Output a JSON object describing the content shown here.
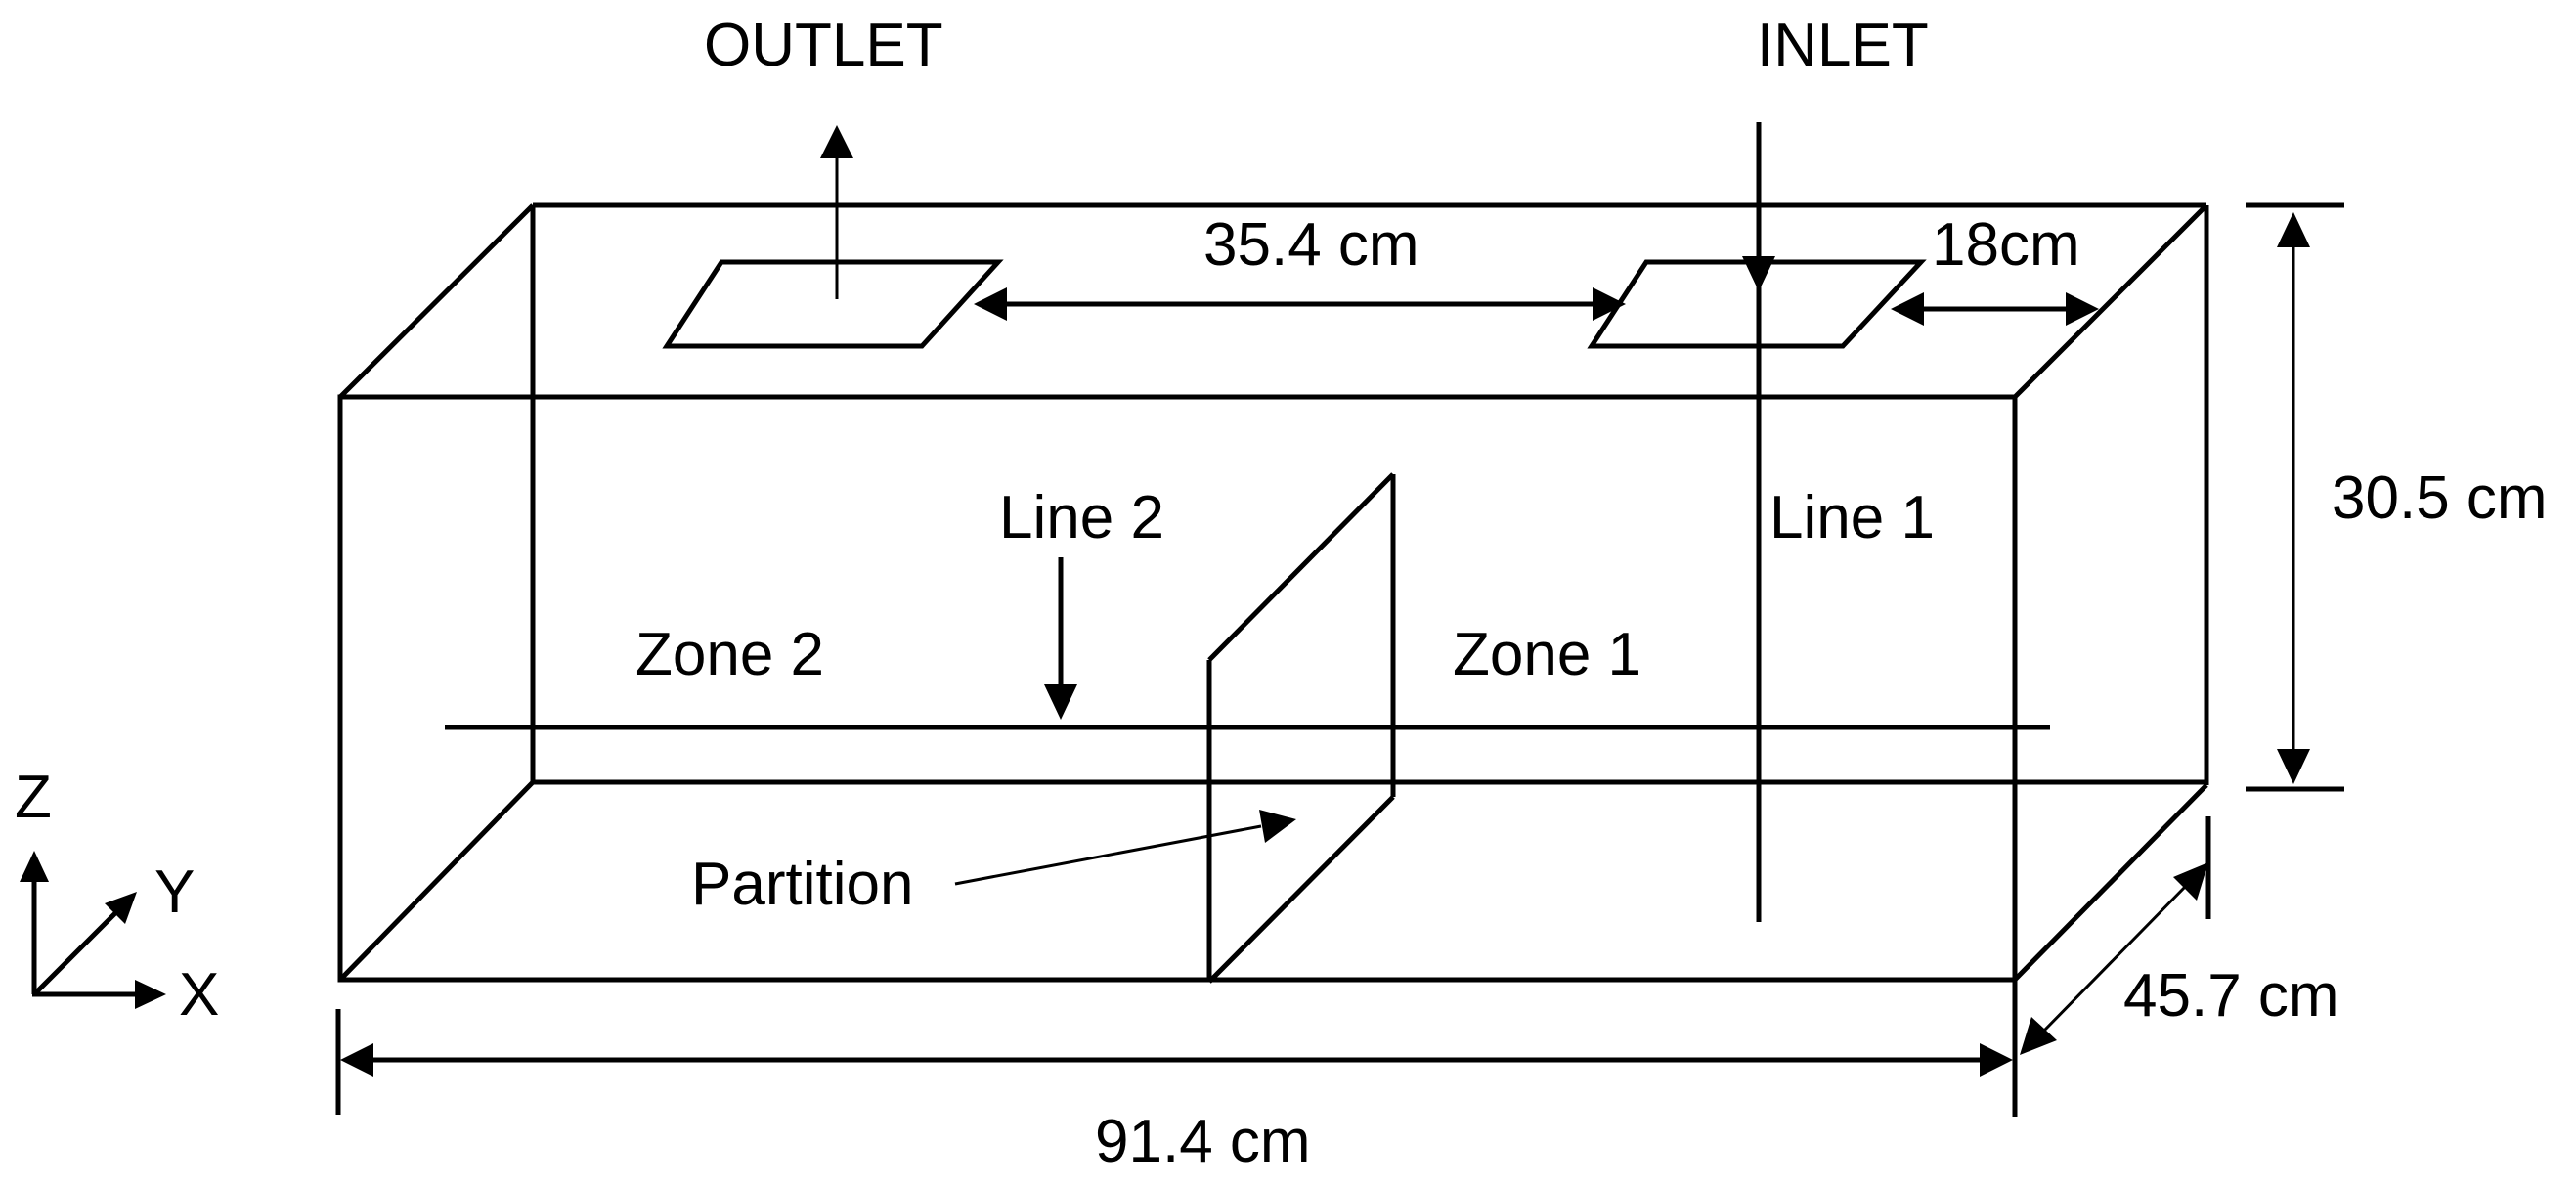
{
  "labels": {
    "outlet": "OUTLET",
    "inlet": "INLET",
    "inlet_outlet_spacing": "35.4 cm",
    "inlet_wall_spacing": "18cm",
    "height": "30.5 cm",
    "line2": "Line 2",
    "line1": "Line 1",
    "zone2": "Zone 2",
    "zone1": "Zone 1",
    "partition": "Partition",
    "depth": "45.7 cm",
    "length": "91.4 cm",
    "axis_z": "Z",
    "axis_y": "Y",
    "axis_x": "X"
  },
  "colors": {
    "line": "#000000",
    "background": "#ffffff"
  }
}
